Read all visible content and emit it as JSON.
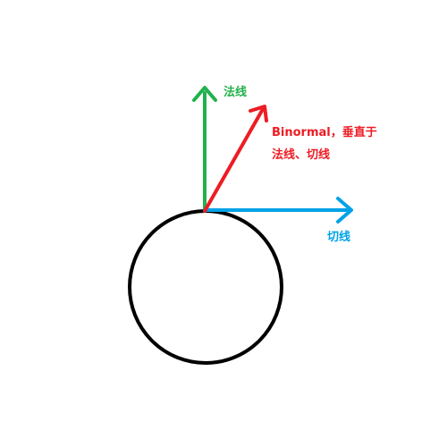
{
  "labels": {
    "normal": "法线",
    "tangent": "切线",
    "binormal_line1": "Binormal，垂直于",
    "binormal_line2": "法线、切线"
  },
  "colors": {
    "normal": "#22b14c",
    "tangent": "#00a2e8",
    "binormal": "#ed1c24",
    "circle": "#000000",
    "background": "#ffffff"
  }
}
